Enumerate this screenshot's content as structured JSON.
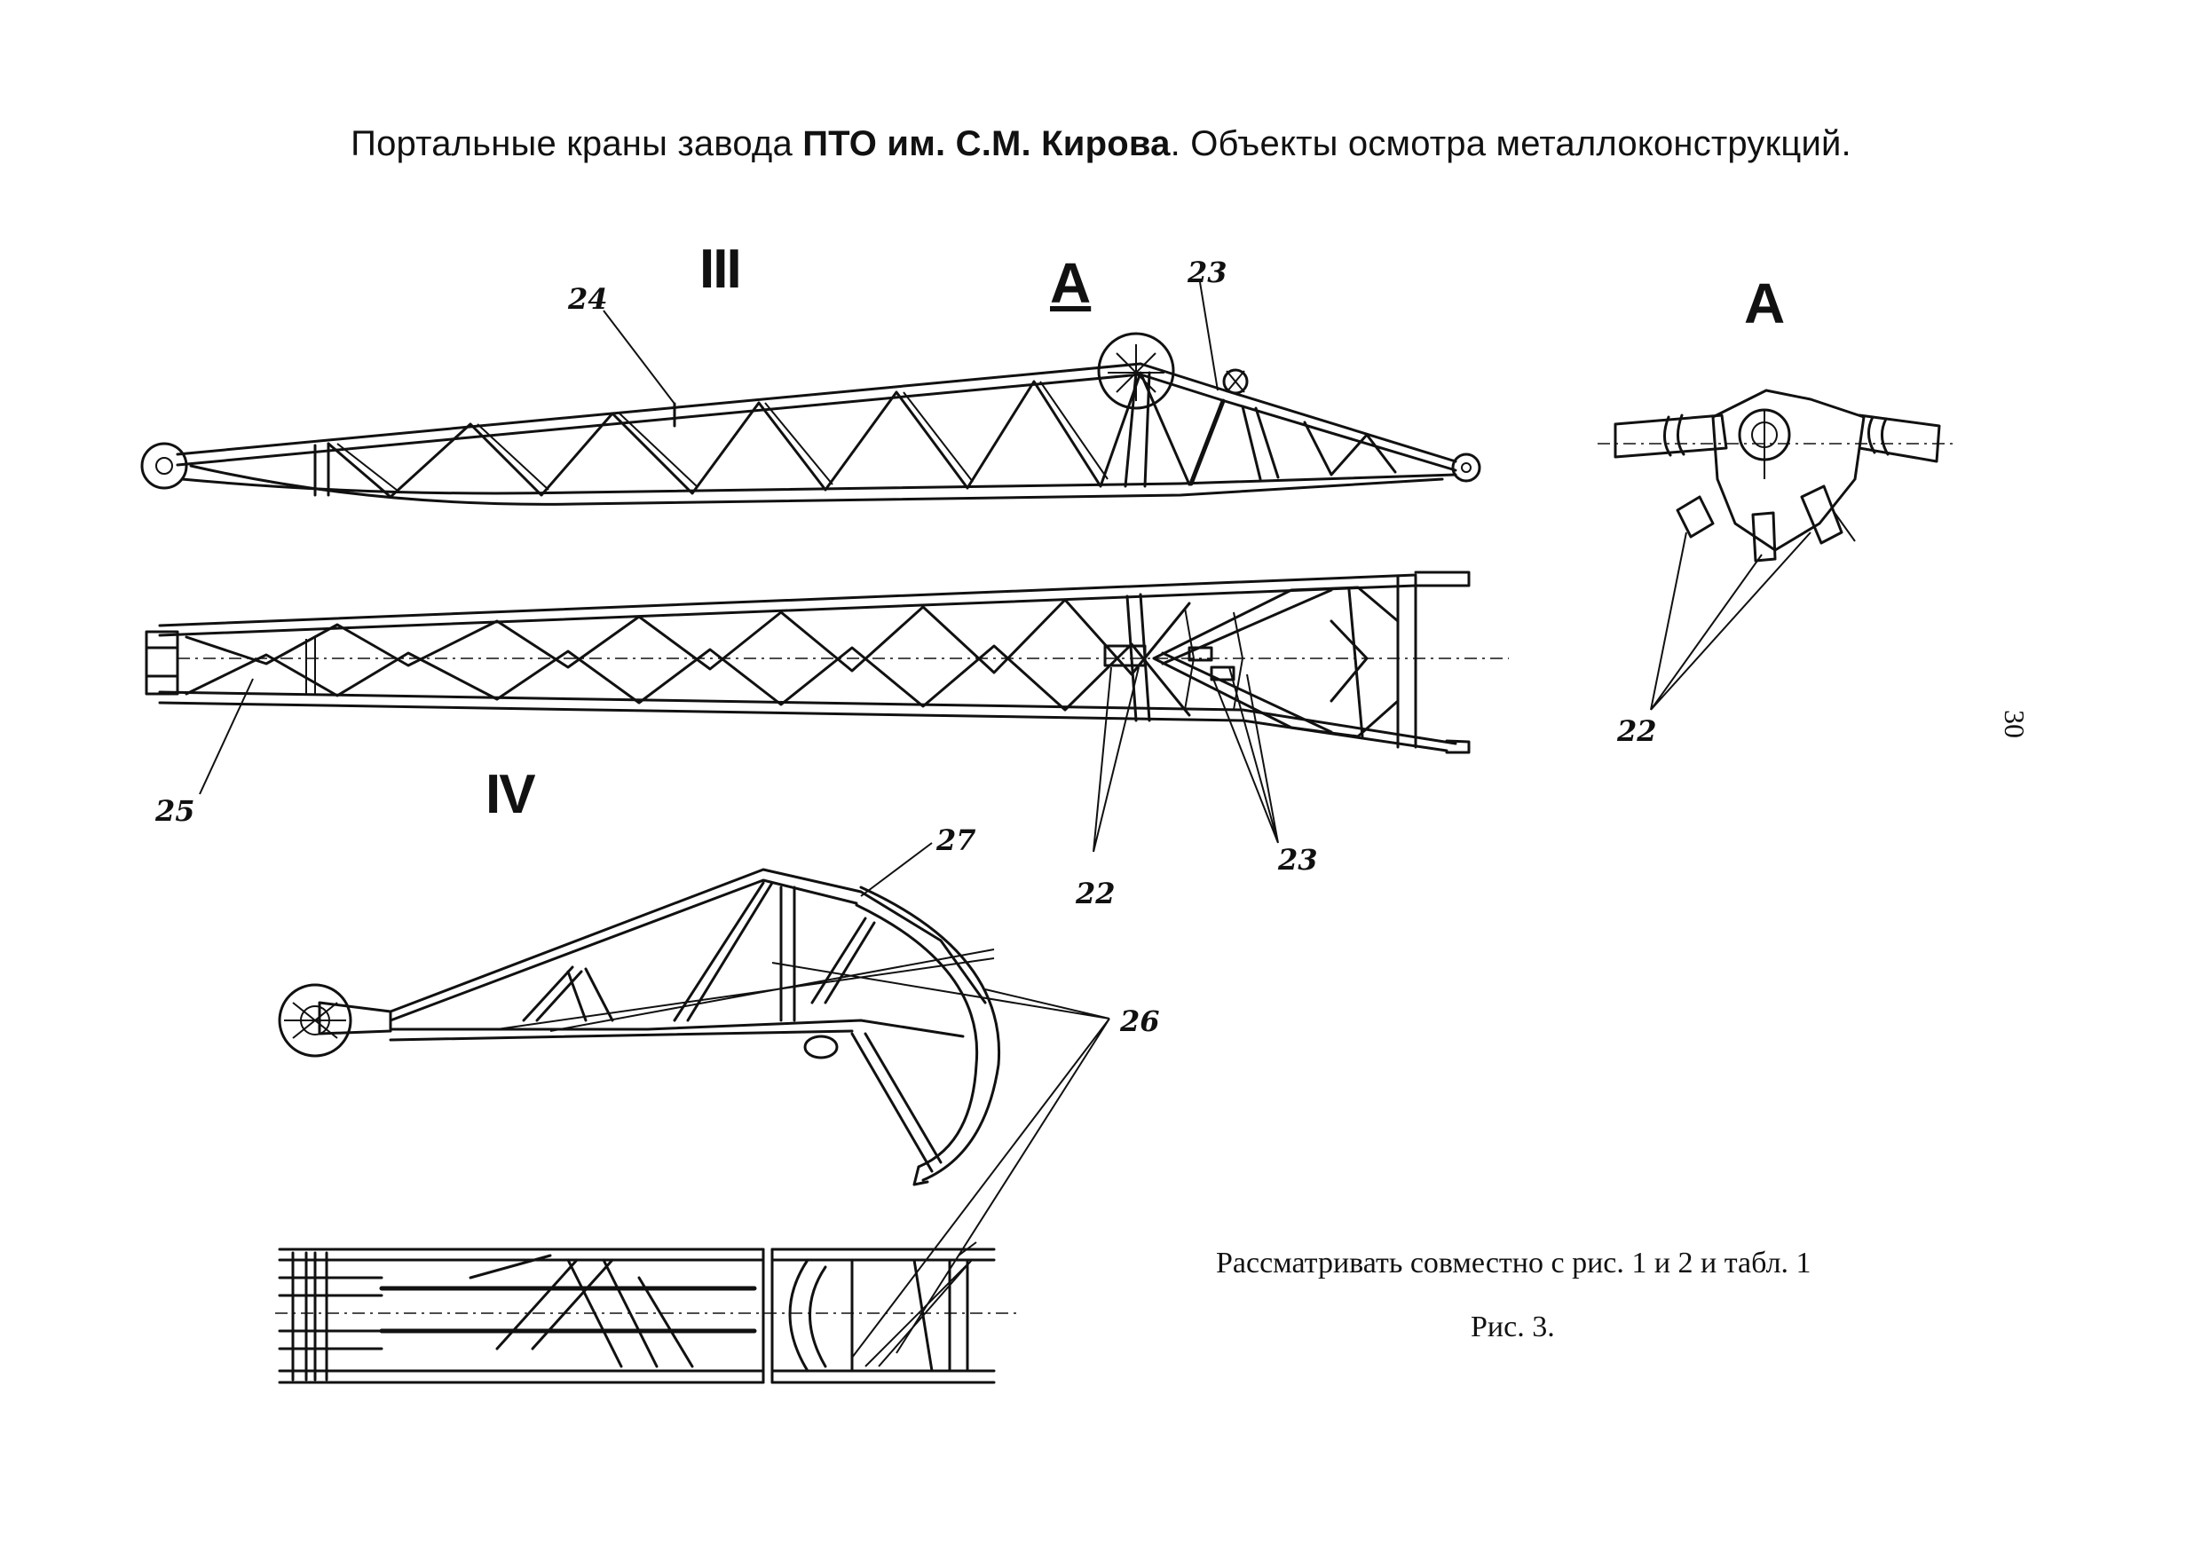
{
  "header": {
    "title_part1": "Портальные краны завода ",
    "title_bold": "ПТО им. С.М. Кирова",
    "title_part2": ". Объекты осмотра металлоконструкций."
  },
  "views": {
    "boom_label": "III",
    "jib_label": "IV",
    "detail_a_marker": "A",
    "detail_a_title": "A"
  },
  "callouts": {
    "c22_detail": "22",
    "c22_plan": "22",
    "c23_top": "23",
    "c23_plan": "23",
    "c24": "24",
    "c25": "25",
    "c26": "26",
    "c27": "27"
  },
  "notes": {
    "reference": "Рассматривать совместно с рис. 1 и 2 и табл. 1",
    "figure": "Рис. 3."
  },
  "page_number": "30"
}
